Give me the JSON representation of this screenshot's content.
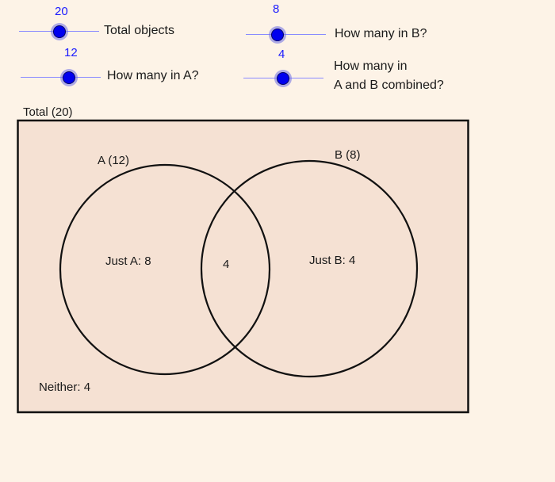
{
  "sliders": [
    {
      "id": "total",
      "value": "20",
      "label": "Total objects"
    },
    {
      "id": "a",
      "value": "12",
      "label": "How many in A?"
    },
    {
      "id": "b",
      "value": "8",
      "label": "How many in B?"
    },
    {
      "id": "ab",
      "value": "4",
      "label_line1": "How many in",
      "label_line2": "A and B combined?"
    }
  ],
  "diagram": {
    "total_label": "Total (20)",
    "a_label": "A (12)",
    "b_label": "B (8)",
    "just_a": "Just A:  8",
    "both": "4",
    "just_b": "Just B:  4",
    "neither": "Neither:  4"
  },
  "colors": {
    "background": "#fdf3e7",
    "box_fill": "#f5e1d3",
    "slider_blue": "#0000ee"
  }
}
